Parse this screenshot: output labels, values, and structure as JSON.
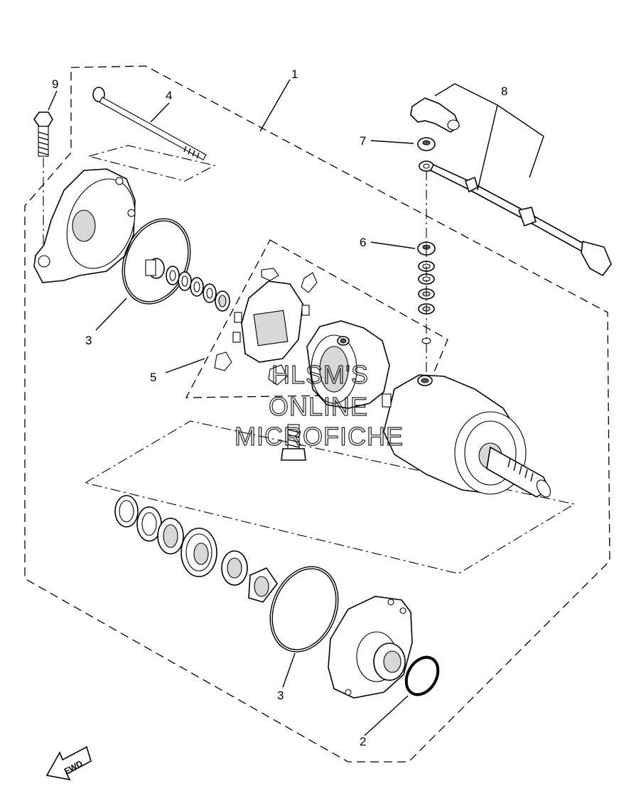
{
  "diagram": {
    "labels": {
      "l1": "1",
      "l2": "2",
      "l3a": "3",
      "l3b": "3",
      "l4": "4",
      "l5": "5",
      "l6": "6",
      "l7": "7",
      "l8": "8",
      "l9": "9"
    },
    "watermark": {
      "line1": "HLSM'S",
      "line2": "ONLINE",
      "line3": "MICROFICHE"
    },
    "direction_badge": "FWD"
  }
}
